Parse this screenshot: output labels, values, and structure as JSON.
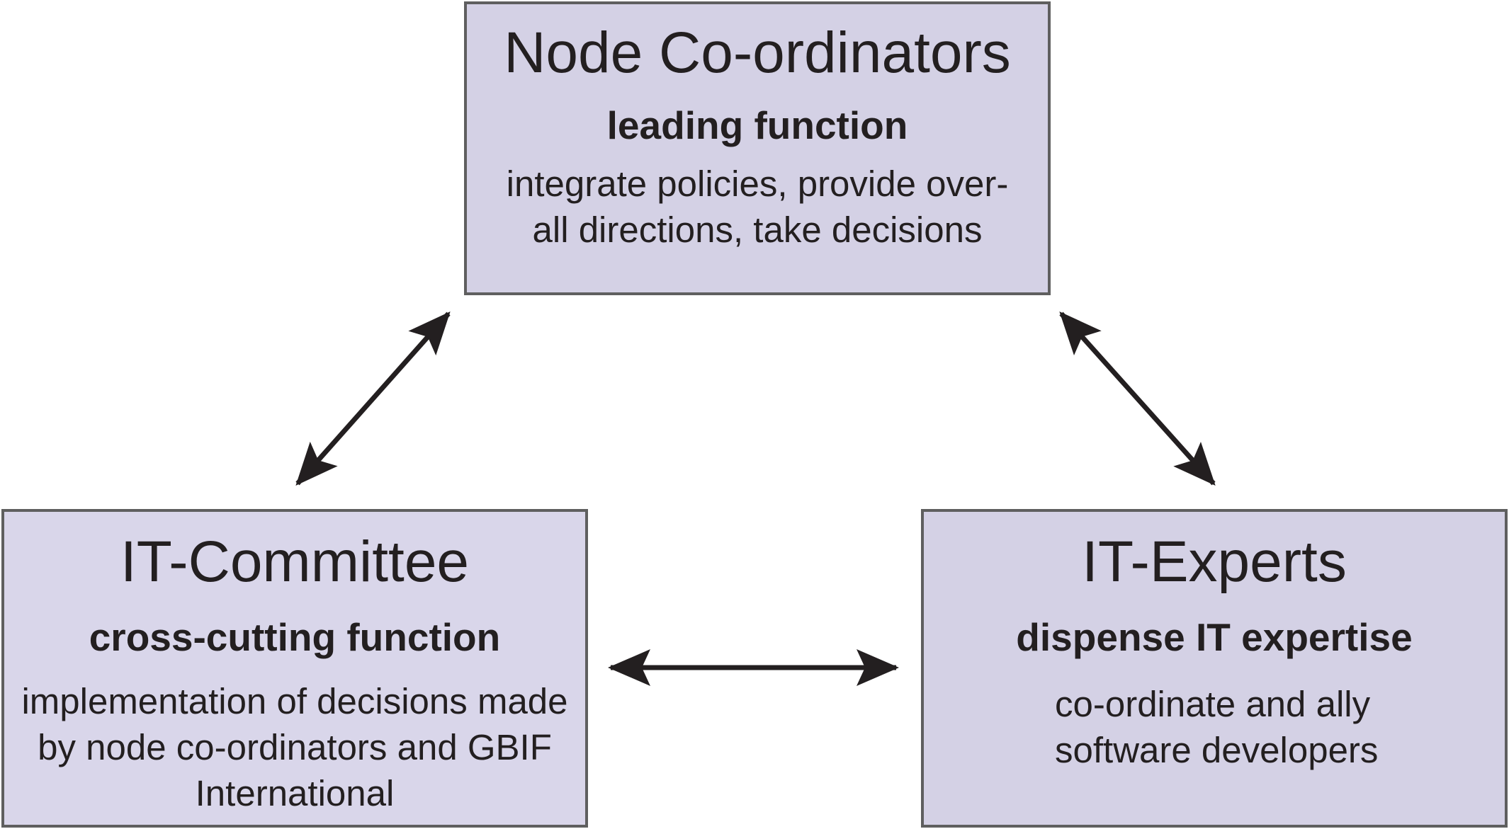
{
  "nodes": {
    "top": {
      "title": "Node Co-ordinators",
      "subtitle": "leading function",
      "description": "integrate policies, provide over-all directions, take decisions"
    },
    "left": {
      "title": "IT-Committee",
      "subtitle": "cross-cutting function",
      "description": "implementation of decisions made by node co-ordinators and GBIF International"
    },
    "right": {
      "title": "IT-Experts",
      "subtitle": "dispense IT expertise",
      "description": "co-ordinate and ally software developers"
    }
  },
  "edges": [
    {
      "from": "top",
      "to": "left",
      "direction": "bidirectional"
    },
    {
      "from": "top",
      "to": "right",
      "direction": "bidirectional"
    },
    {
      "from": "left",
      "to": "right",
      "direction": "bidirectional"
    }
  ],
  "colors": {
    "box_fill": "#d4d1e5",
    "box_border": "#5f5f5f",
    "arrow": "#231f20",
    "text": "#231f20"
  }
}
